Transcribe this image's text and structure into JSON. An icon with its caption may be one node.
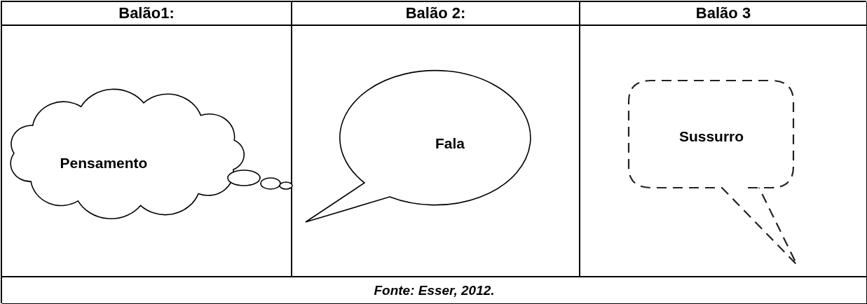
{
  "diagram": {
    "caption": "Fonte: Esser, 2012.",
    "nodes": [
      {
        "text": [
          "Pensamento"
        ]
      },
      {
        "text": [
          "Fala"
        ]
      },
      {
        "text": [
          "Sussurro"
        ]
      }
    ],
    "labels": [
      "Balão1:",
      "Balão 2:",
      "Balão 3"
    ]
  }
}
